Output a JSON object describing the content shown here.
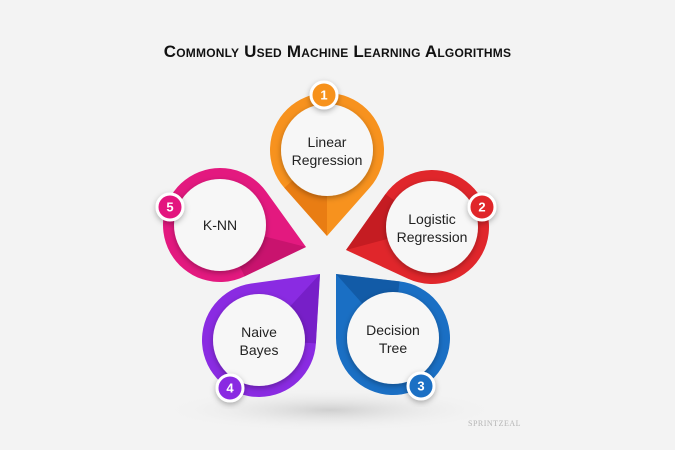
{
  "title": "Commonly Used Machine Learning Algorithms",
  "watermark": "SPRINTZEAL",
  "items": [
    {
      "number": "1",
      "line1": "Linear",
      "line2": "Regression",
      "color": "#f7921e",
      "dark": "#e06f0c"
    },
    {
      "number": "2",
      "line1": "Logistic",
      "line2": "Regression",
      "color": "#e0262b",
      "dark": "#b3161c"
    },
    {
      "number": "3",
      "line1": "Decision",
      "line2": "Tree",
      "color": "#1a6fc4",
      "dark": "#0d4e94"
    },
    {
      "number": "4",
      "line1": "Naive",
      "line2": "Bayes",
      "color": "#8a2be2",
      "dark": "#6a17b8"
    },
    {
      "number": "5",
      "line1": "K-NN",
      "line2": "",
      "color": "#e3197f",
      "dark": "#b80f62"
    }
  ]
}
